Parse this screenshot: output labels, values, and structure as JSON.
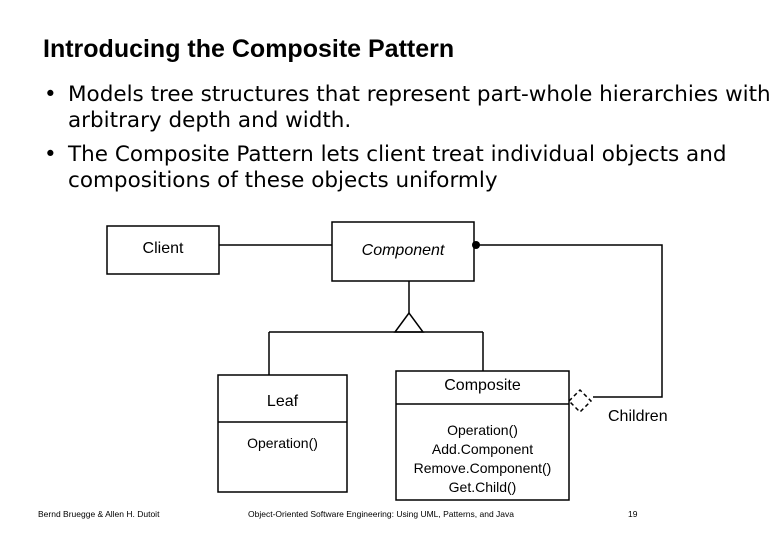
{
  "slide": {
    "title": "Introducing the Composite Pattern",
    "bullets": [
      "Models tree structures that represent part-whole hierarchies with arbitrary depth and width.",
      "The Composite Pattern lets client treat individual objects and compositions of these  objects uniformly"
    ],
    "bullet_symbol": "•"
  },
  "diagram": {
    "client": {
      "name": "Client"
    },
    "component": {
      "name": "Component"
    },
    "leaf": {
      "name": "Leaf",
      "operations": [
        "Operation()"
      ]
    },
    "composite": {
      "name": "Composite",
      "operations": [
        "Operation()",
        "Add.Component",
        "Remove.Component()",
        "Get.Child()"
      ]
    },
    "association_label": "Children"
  },
  "footer": {
    "authors": "Bernd Bruegge & Allen H. Dutoit",
    "course": "Object-Oriented Software Engineering: Using UML, Patterns, and Java",
    "page": "19"
  }
}
